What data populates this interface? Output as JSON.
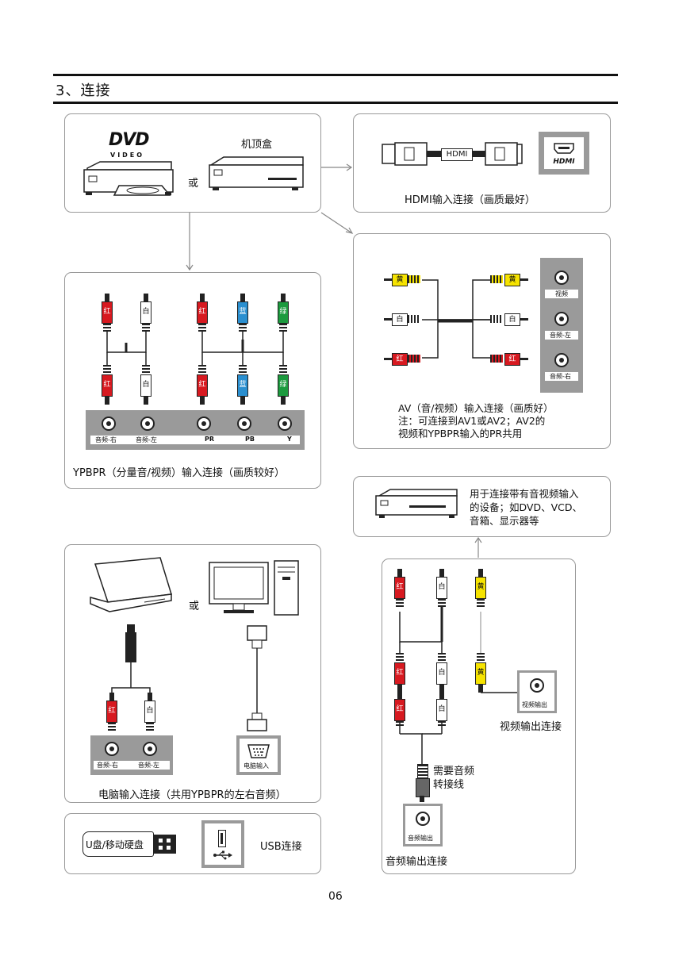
{
  "section_title": "3、连接",
  "page_number": "06",
  "dvd_box": {
    "dvd_logo": "DVD",
    "dvd_sub": "VIDEO",
    "or_text": "或",
    "stb_label": "机顶盒"
  },
  "hdmi_box": {
    "cable_label": "HDMI",
    "port_label": "HDMI",
    "caption": "HDMI输入连接（画质最好）"
  },
  "av_box": {
    "plug_yellow": "黄",
    "plug_white": "白",
    "plug_red": "红",
    "jack_video": "视频",
    "jack_audio_l": "音频-左",
    "jack_audio_r": "音频-右",
    "caption_1": "AV（音/视频）输入连接（画质好）",
    "caption_2": "注：可连接到AV1或AV2；AV2的",
    "caption_3": "视频和YPBPR输入的PR共用"
  },
  "ypbpr_box": {
    "plug_red": "红",
    "plug_white": "白",
    "plug_blue": "蓝",
    "plug_green": "绿",
    "jacks": [
      "音频-右",
      "音频-左",
      "PR",
      "PB",
      "Y"
    ],
    "caption": "YPBPR（分量音/视频）输入连接（画质较好）"
  },
  "device_box": {
    "text_1": "用于连接带有音视频输入",
    "text_2": "的设备；如DVD、VCD、",
    "text_3": "音箱、显示器等"
  },
  "pc_box": {
    "or_text": "或",
    "plug_red": "红",
    "plug_white": "白",
    "jack_audio_r": "音频-右",
    "jack_audio_l": "音频-左",
    "vga_label": "电脑输入",
    "caption": "电脑输入连接（共用YPBPR的左右音频）"
  },
  "out_box": {
    "plug_red": "红",
    "plug_white": "白",
    "plug_yellow": "黄",
    "video_out_label": "视频输出",
    "video_out_caption": "视频输出连接",
    "adapter_1": "需要音频",
    "adapter_2": "转接线",
    "audio_out_label": "音频输出",
    "audio_out_caption": "音频输出连接"
  },
  "usb_box": {
    "stick_label": "U盘/移动硬盘",
    "caption": "USB连接"
  },
  "colors": {
    "red": "#d71920",
    "yellow": "#f6e300",
    "blue": "#2a8fd0",
    "green": "#1c9a3e",
    "panel_gray": "#9a9a9a"
  }
}
